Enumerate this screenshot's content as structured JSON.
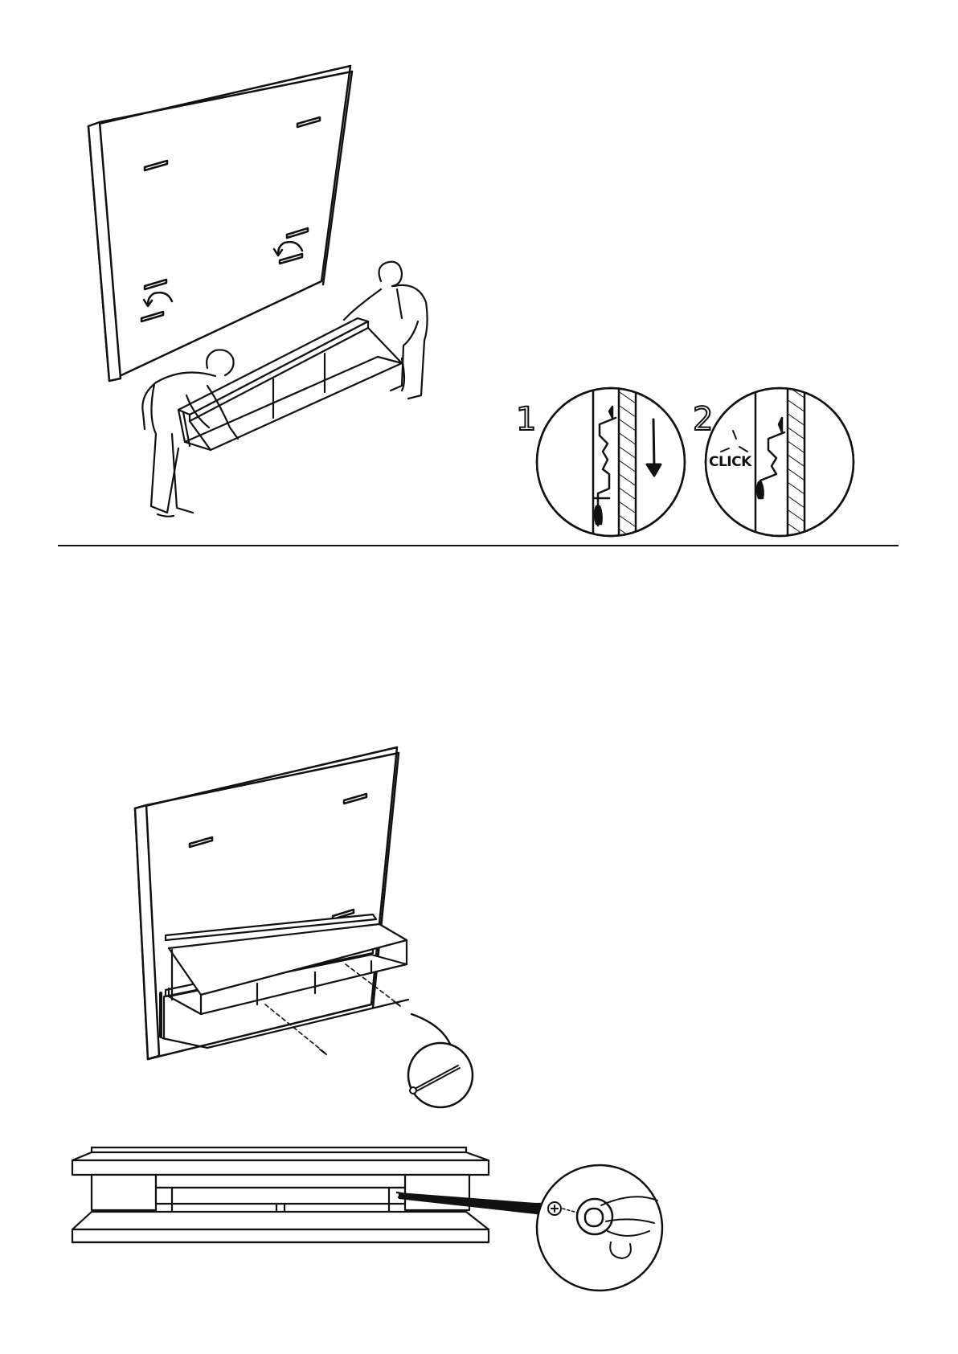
{
  "page": {
    "background": "#ffffff",
    "ink": "#111111"
  },
  "detail_steps": [
    {
      "number": "1",
      "arrow": "down-arrow"
    },
    {
      "number": "2",
      "label": "CLICK"
    }
  ],
  "icons": [
    "rotate-arrow-icon",
    "down-arrow-icon",
    "screw-icon",
    "cam-lock-icon",
    "phillips-head-icon"
  ]
}
